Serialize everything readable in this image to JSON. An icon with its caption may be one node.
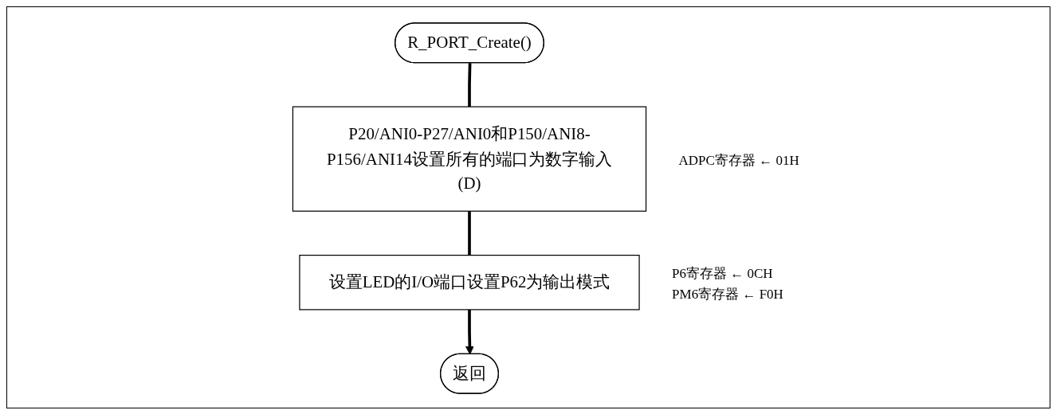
{
  "diagram": {
    "nodes": [
      {
        "text": [
          "R_PORT_Create()"
        ]
      },
      {
        "text": [
          "P20/ANI0-P27/ANI0和P150/ANI8-P156/ANI14设置所有的端口为数字输入(D)"
        ],
        "beside": [
          "ADPC寄存器 ← 01H"
        ]
      },
      {
        "text": [
          "设置LED的I/O端口设置P62为输出模式"
        ],
        "beside": [
          "P6寄存器 ← 0CH",
          "PM6寄存器 ← F0H"
        ]
      },
      {
        "text": [
          "返回"
        ]
      }
    ],
    "edges": [
      {
        "from": 0,
        "to": 1,
        "arrow": "none"
      },
      {
        "from": 1,
        "to": 2,
        "arrow": "none"
      },
      {
        "from": 2,
        "to": 3,
        "arrow": "to"
      }
    ]
  }
}
